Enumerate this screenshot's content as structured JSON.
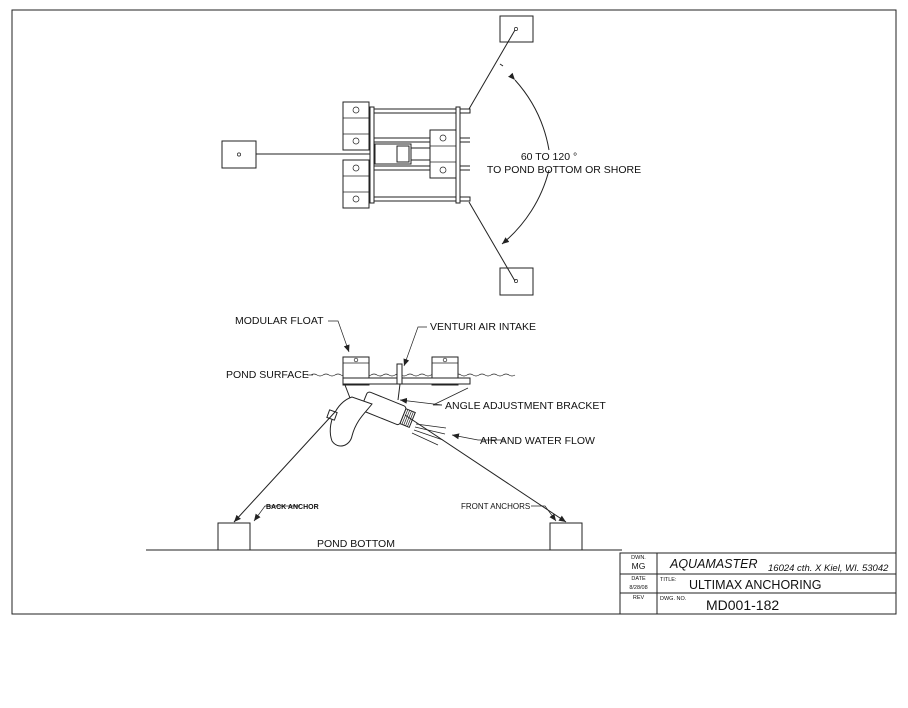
{
  "plan_view": {
    "angle_label_1": "60 TO 120 °",
    "angle_label_2": "TO POND BOTTOM OR SHORE"
  },
  "side_view": {
    "modular_float": "MODULAR FLOAT",
    "venturi_air_intake": "VENTURI AIR INTAKE",
    "pond_surface": "POND SURFACE",
    "angle_adjustment_bracket": "ANGLE ADJUSTMENT BRACKET",
    "air_and_water_flow": "AIR AND WATER FLOW",
    "back_anchor": "BACK ANCHOR",
    "front_anchors": "FRONT ANCHORS",
    "pond_bottom": "POND BOTTOM"
  },
  "title_block": {
    "dwn_label": "DWN.",
    "dwn_value": "MG",
    "date_label": "DATE",
    "date_value": "8/28/08",
    "rev_label": "REV",
    "company": "AQUAMASTER",
    "address": "16024 cth. X Kiel, WI. 53042",
    "title_label": "TITLE:",
    "title_value": "ULTIMAX ANCHORING",
    "dwg_label": "DWG. NO.",
    "dwg_value": "MD001-182"
  }
}
